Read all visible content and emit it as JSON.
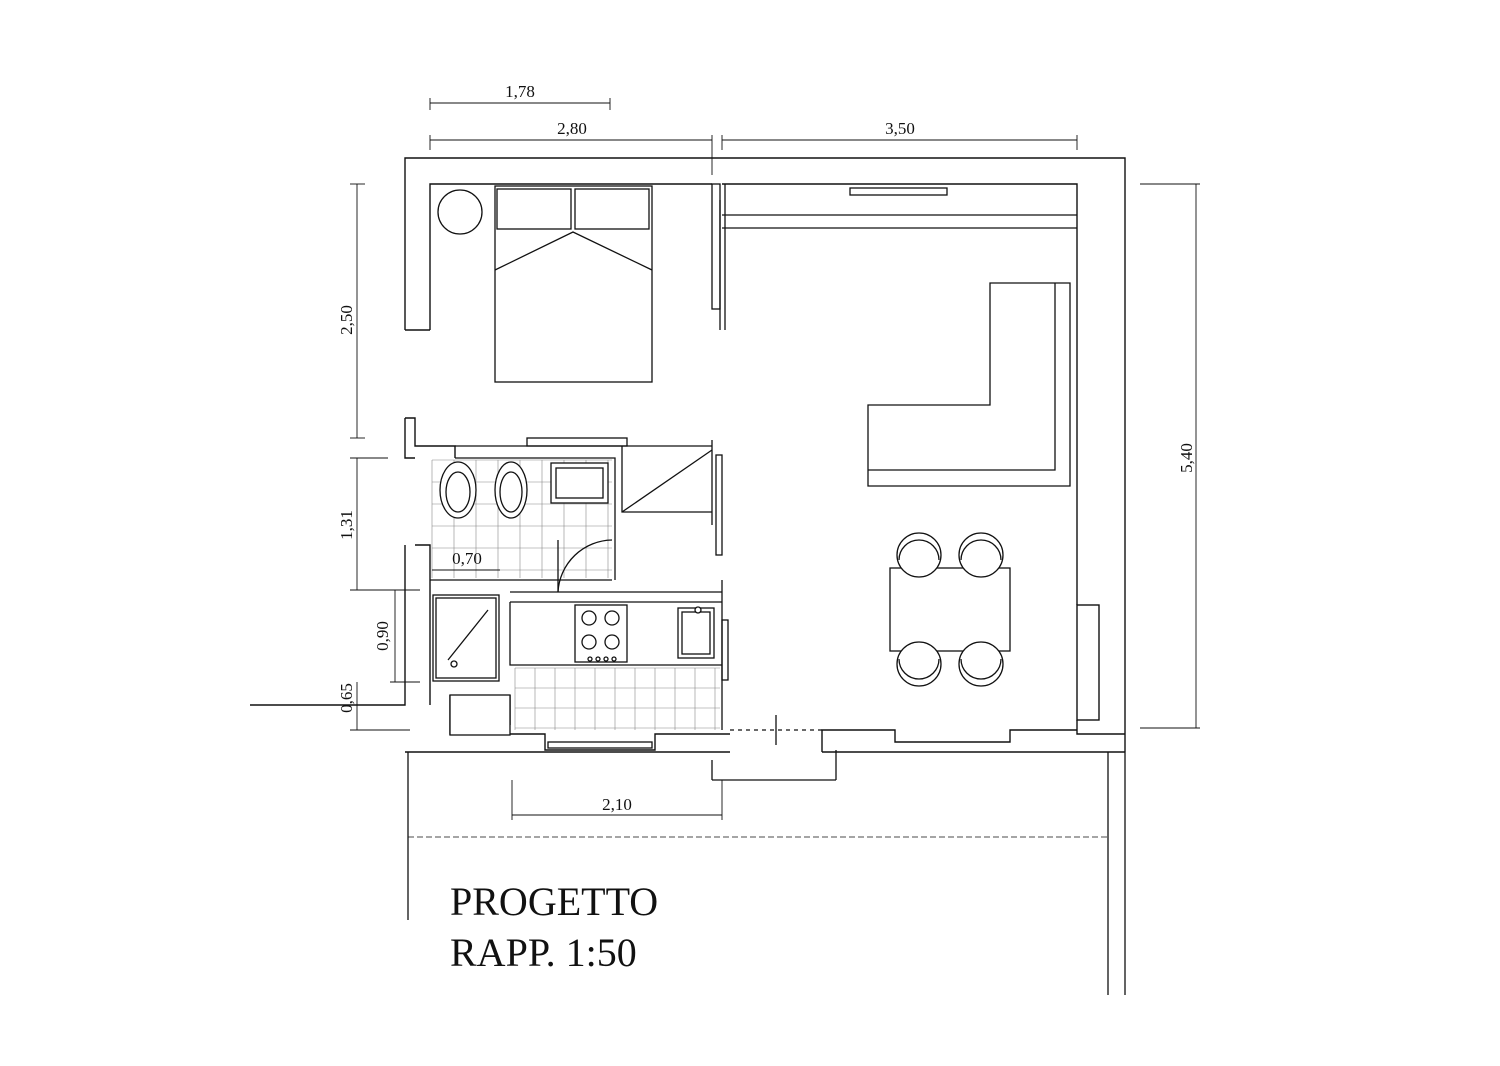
{
  "dimensions": {
    "top_1": "1,78",
    "top_2": "2,80",
    "top_3": "3,50",
    "left_1": "2,50",
    "left_2": "1,31",
    "left_3": "0,90",
    "left_4": "0,65",
    "bath_width": "0,70",
    "right_total": "5,40",
    "bottom_1": "2,10"
  },
  "title": {
    "line1": "PROGETTO",
    "line2": "RAPP. 1:50"
  },
  "colors": {
    "ink": "#111111",
    "tile": "#777777",
    "paper": "#ffffff"
  }
}
